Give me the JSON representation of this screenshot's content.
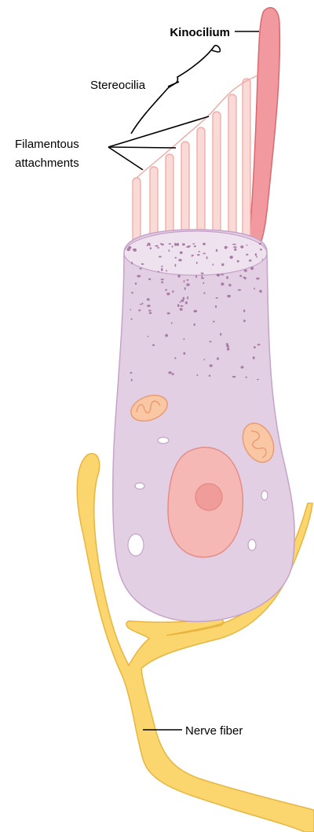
{
  "labels": {
    "kinocilium": "Kinocilium",
    "stereocilia": "Stereocilia",
    "filamentous_line1": "Filamentous",
    "filamentous_line2": "attachments",
    "nerve_fiber": "Nerve fiber"
  },
  "colors": {
    "cell_body": "#e2cfe4",
    "cell_outline": "#c7a2c8",
    "cell_top": "#efe2ef",
    "granules": "#a77ba3",
    "nucleus": "#f6b8b4",
    "nucleus_outline": "#e58c88",
    "nucleolus": "#ef9c9a",
    "mitochondria": "#f9c7a4",
    "mitochondria_outline": "#e99b72",
    "vacuole": "#ffffff",
    "stereocilia": "#fadad6",
    "stereocilia_outline": "#efa8a4",
    "kinocilium": "#f2999f",
    "kinocilium_outline": "#d9686f",
    "nerve_fiber": "#fbd66f",
    "nerve_fiber_outline": "#e8b53f"
  }
}
